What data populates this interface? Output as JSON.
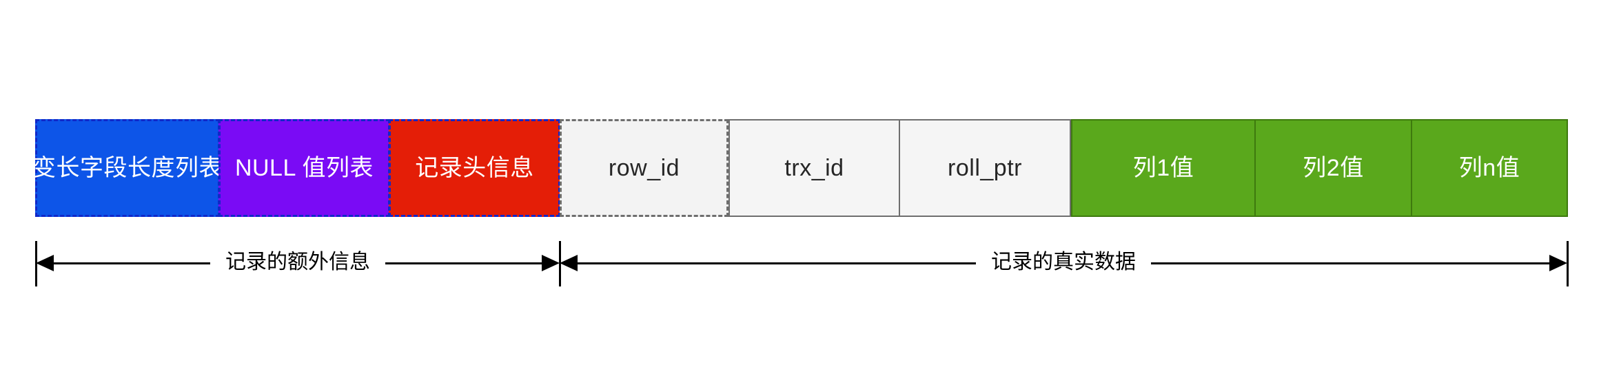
{
  "diagram": {
    "title": "InnoDB Compact row format record layout",
    "background_color": "#ffffff",
    "segments": [
      {
        "id": "var-len-field-length-list",
        "label": "变长字段长度列表",
        "fill": "#0D55E8",
        "border": "#1128C8",
        "border_style": "dashed",
        "text_color": "#ffffff"
      },
      {
        "id": "null-value-list",
        "label": "NULL 值列表",
        "fill": "#7A0BF5",
        "border": "#1128C8",
        "border_style": "dashed",
        "text_color": "#ffffff"
      },
      {
        "id": "record-header",
        "label": "记录头信息",
        "fill": "#E41E07",
        "border": "#1128C8",
        "border_style": "dashed",
        "text_color": "#ffffff"
      },
      {
        "id": "row-id",
        "label": "row_id",
        "fill": "#F3F3F3",
        "border": "#6E6E6E",
        "border_style": "dashed",
        "text_color": "#262626"
      },
      {
        "id": "trx-id",
        "label": "trx_id",
        "fill": "#F5F5F5",
        "border": "#6E6E6E",
        "border_style": "solid",
        "text_color": "#262626"
      },
      {
        "id": "roll-ptr",
        "label": "roll_ptr",
        "fill": "#F5F5F5",
        "border": "#6E6E6E",
        "border_style": "solid",
        "text_color": "#262626"
      },
      {
        "id": "column-1-value",
        "label": "列1值",
        "fill": "#5AA81C",
        "border": "#3E7A0E",
        "border_style": "solid",
        "text_color": "#ffffff"
      },
      {
        "id": "column-2-value",
        "label": "列2值",
        "fill": "#5AA81C",
        "border": "#3E7A0E",
        "border_style": "solid",
        "text_color": "#ffffff"
      },
      {
        "id": "column-n-value",
        "label": "列n值",
        "fill": "#5AA81C",
        "border": "#3E7A0E",
        "border_style": "solid",
        "text_color": "#ffffff"
      }
    ],
    "annotations": [
      {
        "id": "extra-info-span",
        "label": "记录的额外信息",
        "covers": [
          "变长字段长度列表",
          "NULL 值列表",
          "记录头信息"
        ]
      },
      {
        "id": "real-data-span",
        "label": "记录的真实数据",
        "covers": [
          "row_id",
          "trx_id",
          "roll_ptr",
          "列1值",
          "列2值",
          "列n值"
        ]
      }
    ]
  }
}
